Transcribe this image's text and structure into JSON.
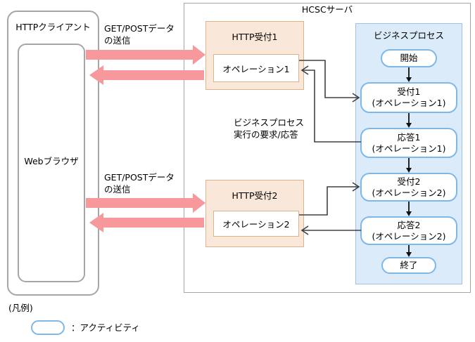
{
  "colors": {
    "arrow_pink": "#f7989c",
    "reception_fill": "#f9e8d9",
    "reception_border": "#d9b48c",
    "process_fill": "#dcebfa",
    "process_border": "#9dc3e6",
    "activity_border": "#7db8e8",
    "frame_border": "#a6a6a6",
    "connector": "#404040"
  },
  "client": {
    "title": "HTTPクライアント",
    "browser": "Webブラウザ"
  },
  "server": {
    "title": "HCSCサーバ",
    "receptions": [
      {
        "title": "HTTP受付1",
        "operation": "オペレーション1"
      },
      {
        "title": "HTTP受付2",
        "operation": "オペレーション2"
      }
    ],
    "business_process": {
      "title": "ビジネスプロセス",
      "activities": [
        "開始",
        "受付1\n(オペレーション1)",
        "応答1\n(オペレーション1)",
        "受付2\n(オペレーション2)",
        "応答2\n(オペレーション2)",
        "終了"
      ]
    }
  },
  "annotations": {
    "getpost_top": "GET/POSTデータ\nの送信",
    "getpost_bottom": "GET/POSTデータ\nの送信",
    "bp_request": "ビジネスプロセス\n実行の要求/応答"
  },
  "legend": {
    "title": "(凡例)",
    "activity": "：アクティビティ"
  }
}
